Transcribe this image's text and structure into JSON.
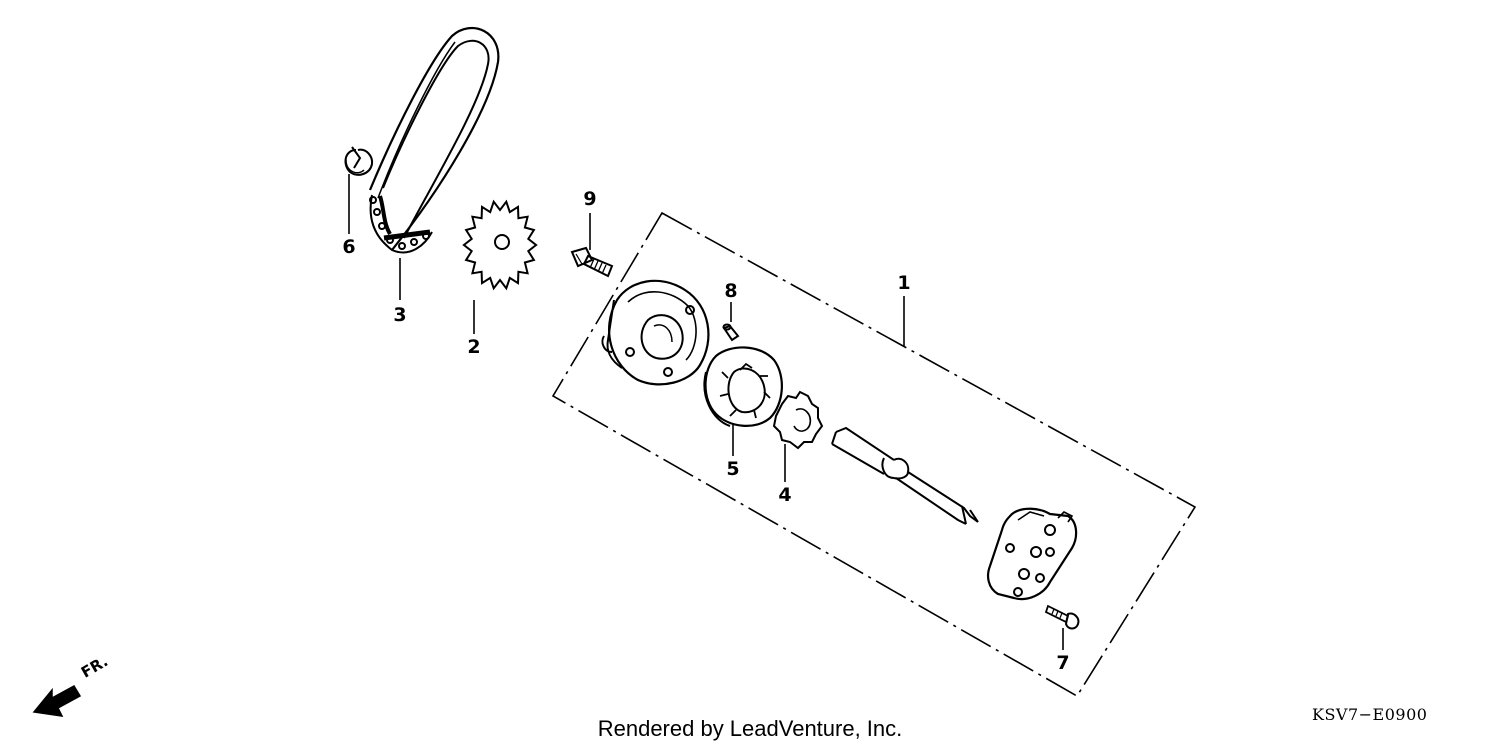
{
  "diagram": {
    "callouts": [
      {
        "id": "1",
        "text": "1"
      },
      {
        "id": "2",
        "text": "2"
      },
      {
        "id": "3",
        "text": "3"
      },
      {
        "id": "4",
        "text": "4"
      },
      {
        "id": "5",
        "text": "5"
      },
      {
        "id": "6",
        "text": "6"
      },
      {
        "id": "7",
        "text": "7"
      },
      {
        "id": "8",
        "text": "8"
      },
      {
        "id": "9",
        "text": "9"
      }
    ],
    "direction_label": "FR.",
    "diagram_code": "KSV7−E0900",
    "credit": "Rendered by LeadVenture, Inc."
  }
}
